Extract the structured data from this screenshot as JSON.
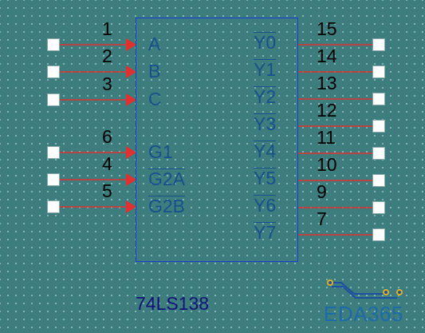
{
  "part_name": "74LS138",
  "logo_text": "EDA365",
  "colors": {
    "background": "#3d7d7d",
    "wire": "#e03030",
    "body_outline": "#1a3cd6",
    "label": "#17508a",
    "pin_number": "#000000",
    "port": "#ffffff"
  },
  "inputs": [
    {
      "num": "1",
      "label": "A",
      "overbar": false
    },
    {
      "num": "2",
      "label": "B",
      "overbar": false
    },
    {
      "num": "3",
      "label": "C",
      "overbar": false
    },
    {
      "num": "6",
      "label": "G1",
      "overbar": false
    },
    {
      "num": "4",
      "label": "G2A",
      "overbar": true
    },
    {
      "num": "5",
      "label": "G2B",
      "overbar": true
    }
  ],
  "outputs": [
    {
      "num": "15",
      "label": "Y0",
      "overbar": true
    },
    {
      "num": "14",
      "label": "Y1",
      "overbar": true
    },
    {
      "num": "13",
      "label": "Y2",
      "overbar": true
    },
    {
      "num": "12",
      "label": "Y3",
      "overbar": true
    },
    {
      "num": "11",
      "label": "Y4",
      "overbar": true
    },
    {
      "num": "10",
      "label": "Y5",
      "overbar": true
    },
    {
      "num": "9",
      "label": "Y6",
      "overbar": true
    },
    {
      "num": "7",
      "label": "Y7",
      "overbar": true
    }
  ]
}
